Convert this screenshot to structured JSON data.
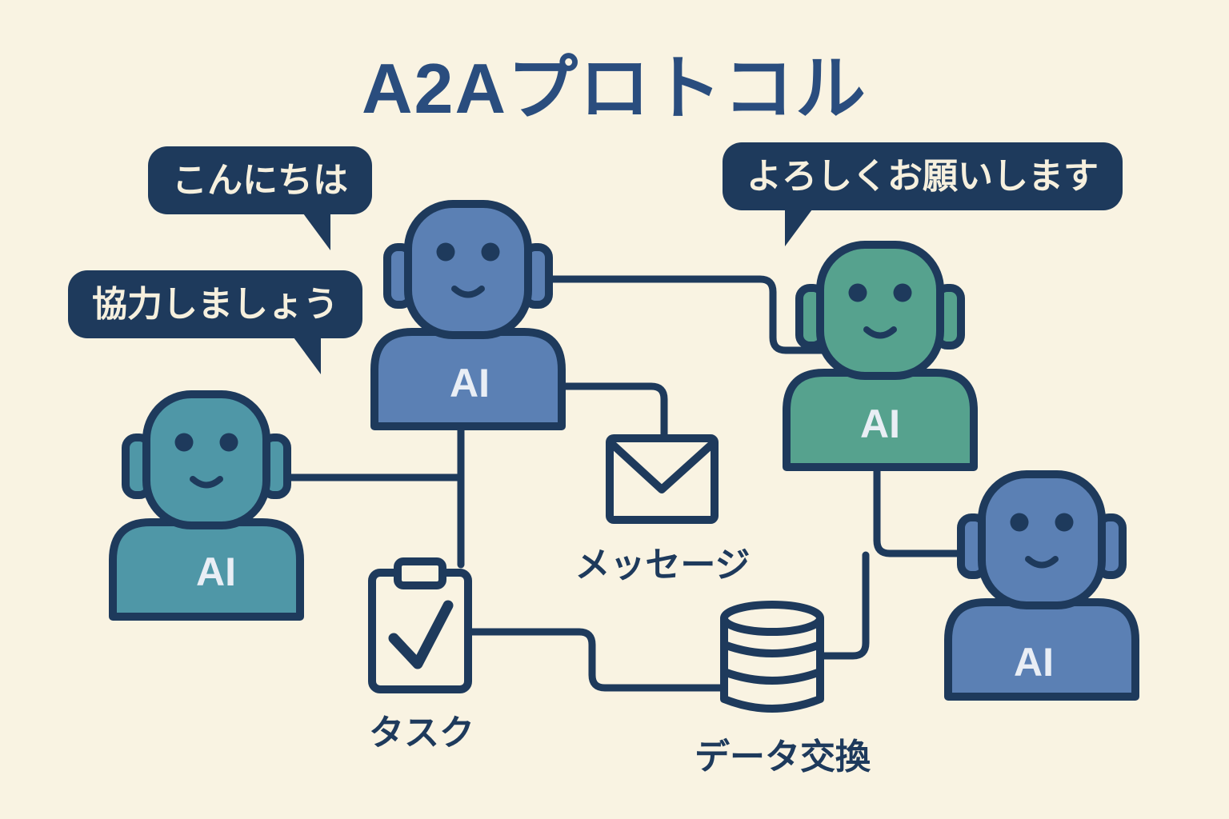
{
  "title": "A2Aプロトコル",
  "colors": {
    "background": "#f9f3e2",
    "outline_navy": "#1e3a5c",
    "title_navy": "#2a4d7e",
    "bubble_background": "#1e3a5c",
    "bubble_text": "#f6f0de",
    "robot_blue": "#5b80b4",
    "robot_teal": "#4f97a7",
    "robot_green": "#56a28e",
    "ai_text": "#e9eef5"
  },
  "bubbles": {
    "hello": {
      "text": "こんにちは"
    },
    "cooperate": {
      "text": "協力しましょう"
    },
    "greeting": {
      "text": "よろしくお願いします"
    }
  },
  "robots": {
    "top": {
      "label": "AI",
      "color": "#5b80b4"
    },
    "right": {
      "label": "AI",
      "color": "#56a28e"
    },
    "left": {
      "label": "AI",
      "color": "#4f97a7"
    },
    "bottom_right": {
      "label": "AI",
      "color": "#5b80b4"
    }
  },
  "nodes": {
    "message": {
      "icon": "envelope-icon",
      "label": "メッセージ"
    },
    "task": {
      "icon": "clipboard-check-icon",
      "label": "タスク"
    },
    "data_exchange": {
      "icon": "database-icon",
      "label": "データ交換"
    }
  }
}
